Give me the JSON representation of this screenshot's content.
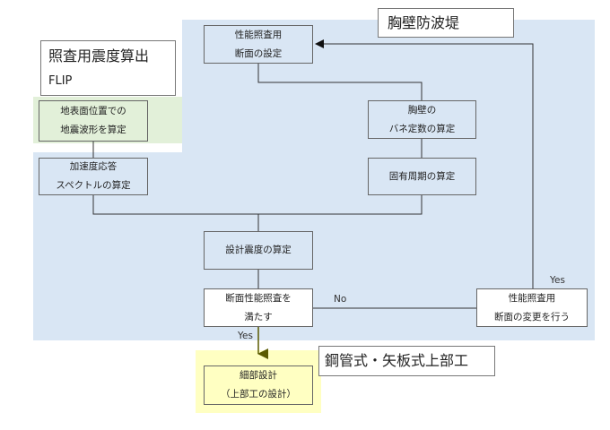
{
  "titles": {
    "breakwater": "胸壁防波堤",
    "quake_calc": "照査用震度算出",
    "quake_calc_sub": "FLIP",
    "steel": "鋼管式・矢板式上部工"
  },
  "nodes": {
    "perf_section": [
      "性能照査用",
      "断面の設定"
    ],
    "ground_wave": [
      "地表面位置での",
      "地震波形を算定"
    ],
    "spring_const": [
      "胸壁の",
      "バネ定数の算定"
    ],
    "accel_spectrum": [
      "加速度応答",
      "スペクトルの算定"
    ],
    "natural_period": [
      "固有周期の算定"
    ],
    "design_seismic": [
      "設計震度の算定"
    ],
    "perf_check": [
      "断面性能照査を",
      "満たす"
    ],
    "section_change": [
      "性能照査用",
      "断面の変更を行う"
    ],
    "detail_design": [
      "細部設計",
      "（上部工の設計）"
    ]
  },
  "edge_labels": {
    "no": "No",
    "yes_down": "Yes",
    "yes_up": "Yes"
  }
}
